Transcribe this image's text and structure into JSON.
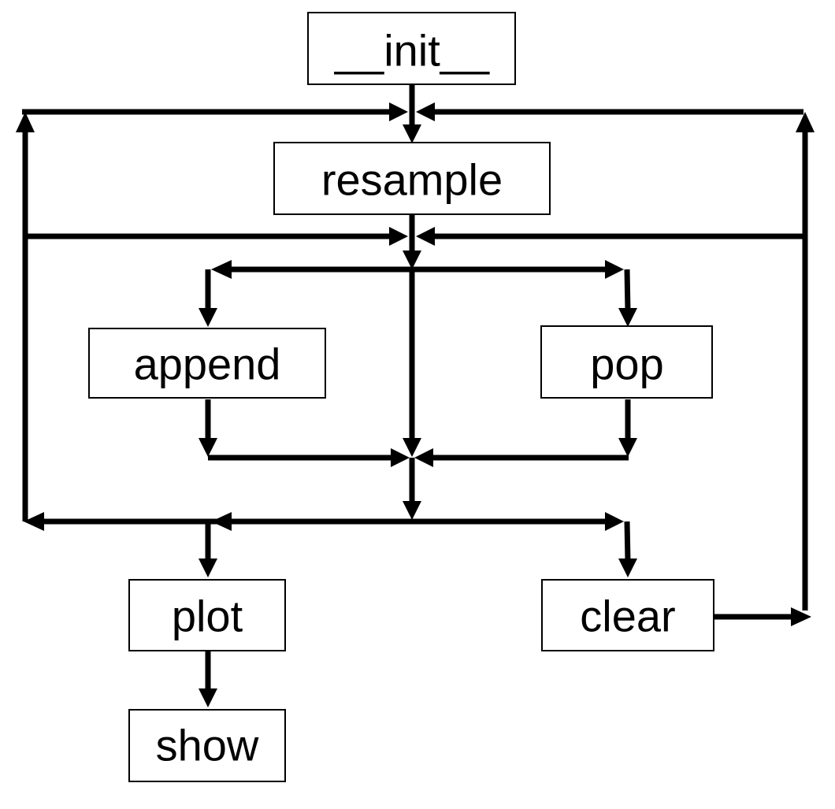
{
  "diagram": {
    "nodes": {
      "init": "__init__",
      "resample": "resample",
      "append": "append",
      "pop": "pop",
      "plot": "plot",
      "clear": "clear",
      "show": "show"
    },
    "edges": [
      {
        "from": "init",
        "to": "resample"
      },
      {
        "from": "resample",
        "to": "append"
      },
      {
        "from": "resample",
        "to": "pop"
      },
      {
        "from": "resample",
        "to": "plot"
      },
      {
        "from": "resample",
        "to": "clear"
      },
      {
        "from": "resample",
        "to": "resample"
      },
      {
        "from": "append",
        "to": "plot"
      },
      {
        "from": "append",
        "to": "clear"
      },
      {
        "from": "append",
        "to": "resample"
      },
      {
        "from": "pop",
        "to": "plot"
      },
      {
        "from": "pop",
        "to": "clear"
      },
      {
        "from": "pop",
        "to": "resample"
      },
      {
        "from": "plot",
        "to": "show"
      },
      {
        "from": "clear",
        "to": "resample"
      }
    ],
    "colors": {
      "line": "#000000",
      "box_fill": "#ffffff",
      "box_stroke": "#000000",
      "background": "#ffffff"
    }
  }
}
